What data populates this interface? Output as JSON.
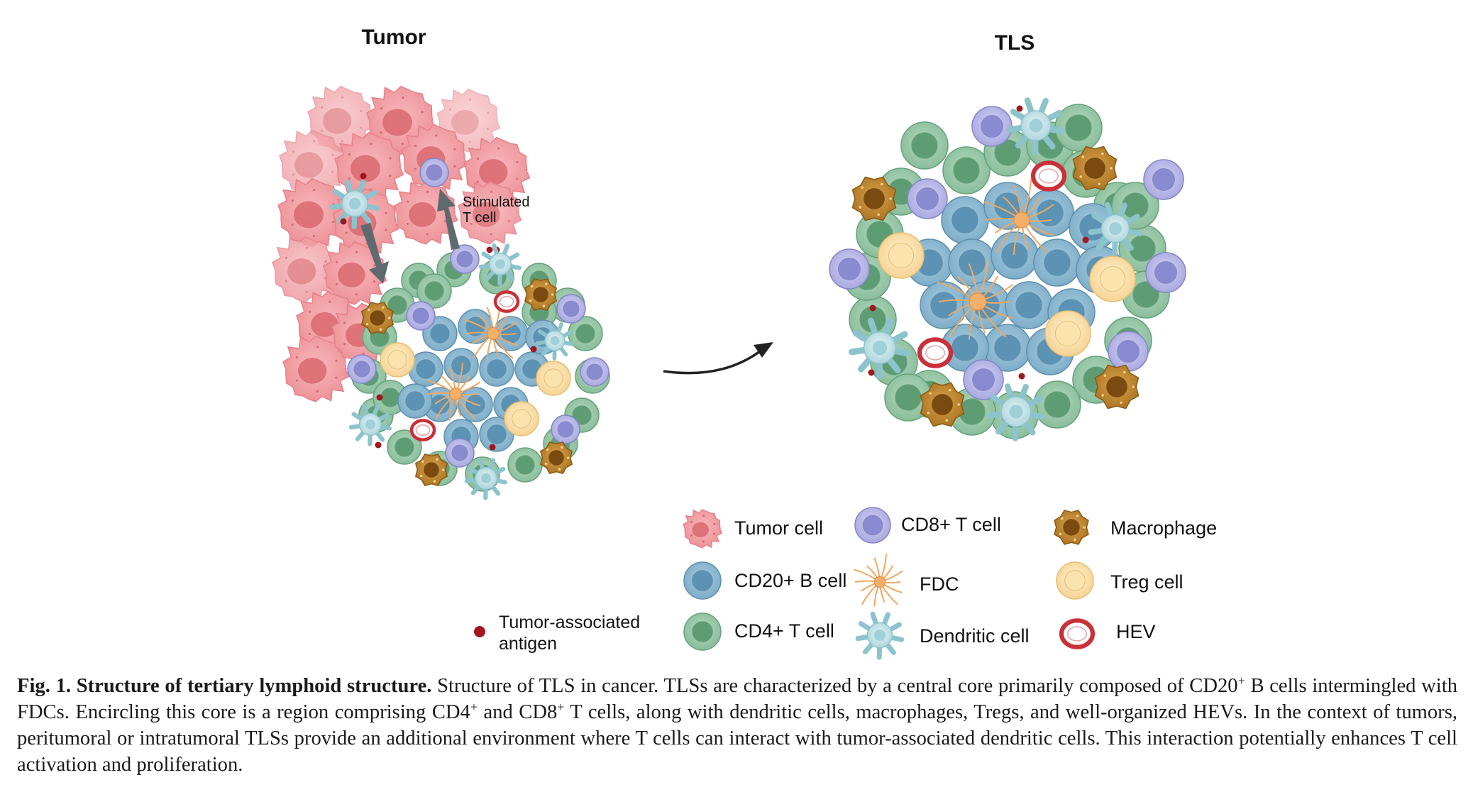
{
  "panels": {
    "tumor_title": "Tumor",
    "tls_title": "TLS",
    "annotation_line1": "Stimulated",
    "annotation_line2": "T cell"
  },
  "legend": {
    "tumor_cell": "Tumor cell",
    "cd8": "CD8+ T cell",
    "macrophage": "Macrophage",
    "b_cell": "CD20+ B cell",
    "fdc": "FDC",
    "treg": "Treg cell",
    "cd4": "CD4+ T cell",
    "dendritic": "Dendritic cell",
    "hev": "HEV",
    "antigen_line1": "Tumor-associated",
    "antigen_line2": "antigen"
  },
  "caption": {
    "fig_label": "Fig. 1. Structure of tertiary lymphoid structure.",
    "s1": " Structure of TLS in cancer. TLSs are characterized by a central core primarily composed of CD20",
    "sup1": "+",
    "s2": " B cells intermingled with FDCs. Encircling this core is a region comprising CD4",
    "sup2": "+",
    "s3": " and CD8",
    "sup3": "+",
    "s4": " T cells, along with dendritic cells, macrophages, Tregs, and well-organized HEVs. In the context of tumors, peritumoral or intratumoral TLSs provide an additional environment where T cells can interact with tumor-associated dendritic cells. This interaction potentially enhances T cell activation and proliferation."
  },
  "colors": {
    "tumor": "#ef9a9e",
    "b_cell": "#7fb0cb",
    "cd4": "#86bd9a",
    "cd8": "#a9a9e0",
    "macrophage": "#b9852c",
    "treg": "#f6d89a",
    "dendritic": "#bde0e6",
    "fdc": "#f2a860",
    "hev": "#c9303a",
    "antigen": "#a01820"
  }
}
